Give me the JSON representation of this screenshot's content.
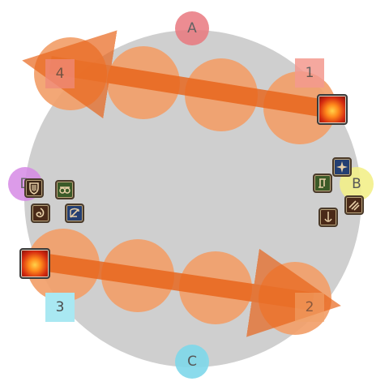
{
  "waymarks": {
    "a": {
      "label": "A",
      "color": "#e9797f"
    },
    "b": {
      "label": "B",
      "color": "#f3f08a"
    },
    "c": {
      "label": "C",
      "color": "#7fd8ea"
    },
    "d": {
      "label": "D",
      "color": "#d78ae6"
    }
  },
  "square_marks": {
    "one": {
      "label": "1",
      "color": "#f49a8f"
    },
    "two": {
      "label": "2",
      "color": "#f2a36a"
    },
    "three": {
      "label": "3",
      "color": "#a9e8f2"
    },
    "four": {
      "label": "4",
      "color": "#f08a7a"
    }
  },
  "arena": {
    "fill": "#cfcfcf"
  },
  "aoe": {
    "fill": "#f2a06a",
    "arrow_color": "#e8641a"
  },
  "boss_icons": [
    "fire-boss-icon",
    "fire-boss-icon"
  ],
  "job_icons": {
    "west": [
      "paladin-icon",
      "scholar-icon",
      "dancer-icon",
      "bard-icon"
    ],
    "east": [
      "astrologian-icon",
      "ninja-icon",
      "summoner-icon",
      "monk-icon"
    ]
  }
}
